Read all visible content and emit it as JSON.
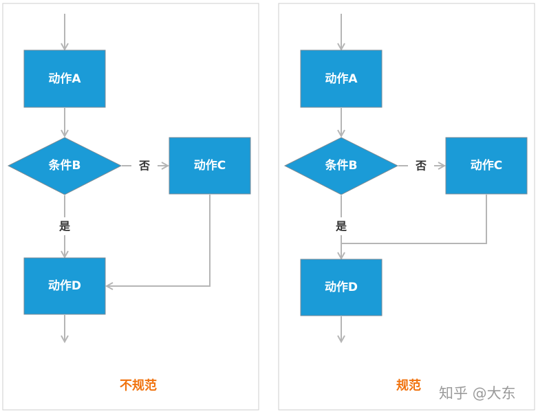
{
  "colors": {
    "node_fill": "#1b9bd7",
    "line": "#b5b5b5",
    "caption": "#f0730f",
    "panel_border": "#cccccc"
  },
  "left": {
    "action_a": "动作A",
    "condition_b": "条件B",
    "action_c": "动作C",
    "action_d": "动作D",
    "no_label": "否",
    "yes_label": "是",
    "caption": "不规范"
  },
  "right": {
    "action_a": "动作A",
    "condition_b": "条件B",
    "action_c": "动作C",
    "action_d": "动作D",
    "no_label": "否",
    "yes_label": "是",
    "caption": "规范"
  },
  "watermark": "知乎 @大东"
}
